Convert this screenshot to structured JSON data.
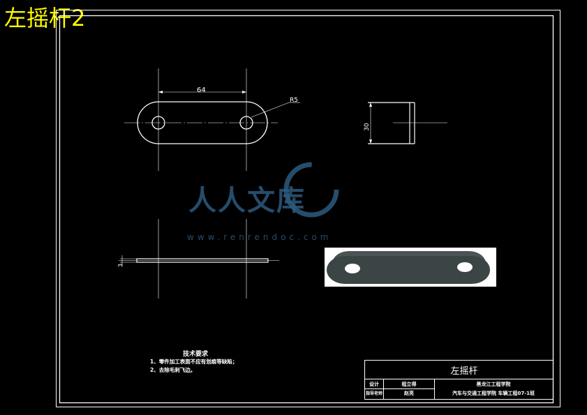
{
  "drawing_title": "左摇杆2",
  "views": {
    "front": {
      "dimension_length": "64",
      "dimension_radius": "R5"
    },
    "side": {
      "dimension_height": "30"
    },
    "bottom": {
      "dimension_thickness": "3"
    }
  },
  "watermark": {
    "text": "人人文库",
    "url": "www.renrendoc.com",
    "color": "#2d5a7e"
  },
  "technical_requirements": {
    "title": "技术要求",
    "items": [
      "1、零件加工表面不应有划痕等缺陷；",
      "2、去除毛刺飞边。"
    ]
  },
  "title_block": {
    "part_name": "左摇杆",
    "design_label": "设计",
    "designer": "程立得",
    "advisor_label": "指导老师",
    "advisor": "赵亮",
    "school": "黑龙江工程学院",
    "department": "汽车与交通工程学院 车辆工程07-1班"
  },
  "colors": {
    "background": "#000000",
    "lines": "#ffffff",
    "title_text": "#ffff00",
    "part_render": "#3f4848"
  }
}
